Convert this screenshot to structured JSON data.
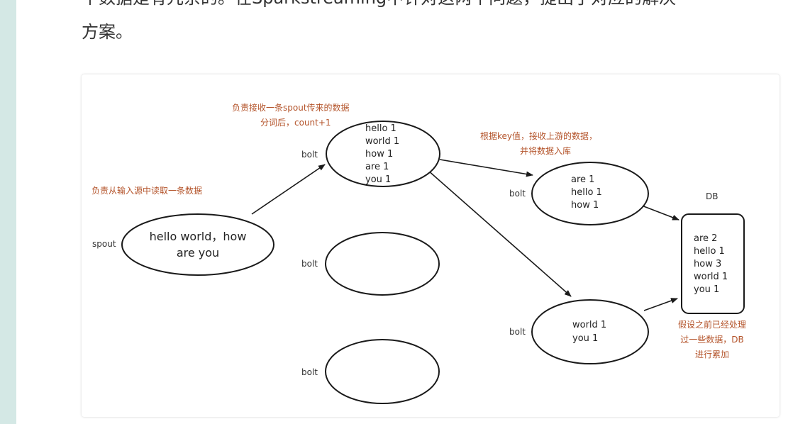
{
  "article": {
    "line1": "个数据是有冗余的。在Sparkstreaming中针对这两个问题，提出了对应的解决",
    "line2": "方案。"
  },
  "diagram": {
    "spout": {
      "label": "spout",
      "note": "负责从输入源中读取一条数据",
      "text_line1": "hello world，how",
      "text_line2": "are you"
    },
    "bolt_split": {
      "label": "bolt",
      "note_line1": "负责接收一条spout传来的数据",
      "note_line2": "分词后，count+1",
      "rows": [
        "hello  1",
        "world 1",
        "how    1",
        "are     1",
        "you    1"
      ]
    },
    "bolt_empty_1": {
      "label": "bolt"
    },
    "bolt_empty_2": {
      "label": "bolt"
    },
    "bolt_count_a": {
      "label": "bolt",
      "note_line1": "根据key值，接收上游的数据，",
      "note_line2": "并将数据入库",
      "rows": [
        "are     1",
        "hello  1",
        "how    1"
      ]
    },
    "bolt_count_b": {
      "label": "bolt",
      "rows": [
        "world 1",
        "you     1"
      ]
    },
    "db": {
      "label": "DB",
      "rows": [
        "are     2",
        "hello   1",
        "how     3",
        "world  1",
        "you      1"
      ],
      "note_line1": "假设之前已经处理",
      "note_line2": "过一些数据，DB",
      "note_line3": "进行累加"
    }
  },
  "colors": {
    "rail": "#d4e8e5",
    "note": "#b4542b",
    "stroke": "#1a1a1a"
  }
}
